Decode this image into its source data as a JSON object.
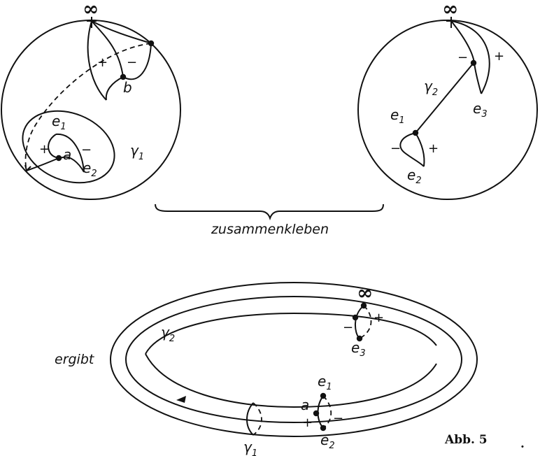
{
  "labels": {
    "infinity": "∞",
    "plus": "+",
    "minus": "−",
    "a": "a",
    "b": "b",
    "e": "e",
    "sub1": "1",
    "sub2": "2",
    "sub3": "3",
    "gamma": "γ"
  },
  "middle_text": "zusammenkleben",
  "result_text": "ergibt",
  "caption": "Abb. 5",
  "caption_mark": "."
}
